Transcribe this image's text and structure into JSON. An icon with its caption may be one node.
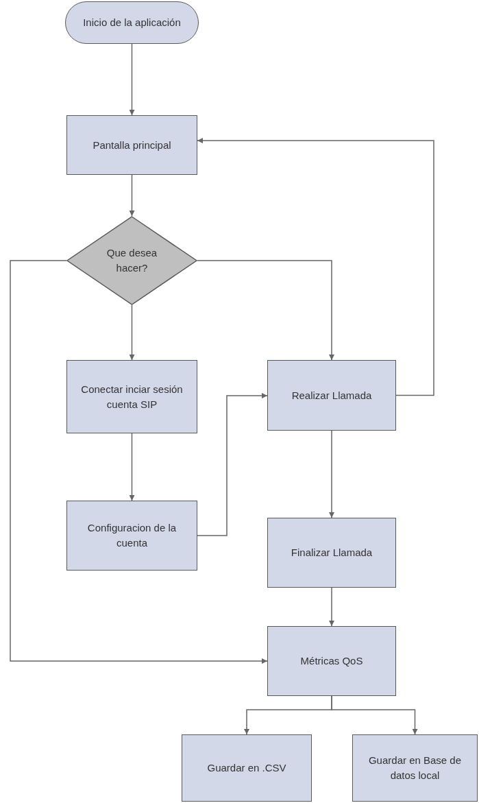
{
  "diagram": {
    "nodes": [
      {
        "text": [
          "Inicio de la aplicación"
        ]
      },
      {
        "text": [
          "Pantalla principal"
        ]
      },
      {
        "text": [
          "Que desea hacer?"
        ]
      },
      {
        "text": [
          "Conectar inciar sesión cuenta SIP"
        ]
      },
      {
        "text": [
          "Configuracion de la cuenta"
        ]
      },
      {
        "text": [
          "Realizar Llamada"
        ]
      },
      {
        "text": [
          "Finalizar Llamada"
        ]
      },
      {
        "text": [
          "Métricas QoS"
        ]
      },
      {
        "text": [
          "Guardar en .CSV"
        ]
      },
      {
        "text": [
          "Guardar en Base de datos local"
        ]
      }
    ],
    "edges": [
      {
        "from": 0,
        "to": 1,
        "arrow": "to"
      },
      {
        "from": 1,
        "to": 2,
        "arrow": "to"
      },
      {
        "from": 2,
        "to": 3,
        "arrow": "to"
      },
      {
        "from": 2,
        "to": 5,
        "arrow": "to"
      },
      {
        "from": 2,
        "to": 7,
        "arrow": "to"
      },
      {
        "from": 3,
        "to": 4,
        "arrow": "to"
      },
      {
        "from": 4,
        "to": 5,
        "arrow": "to"
      },
      {
        "from": 5,
        "to": 1,
        "arrow": "to"
      },
      {
        "from": 5,
        "to": 6,
        "arrow": "to"
      },
      {
        "from": 6,
        "to": 7,
        "arrow": "to"
      },
      {
        "from": 7,
        "to": 8,
        "arrow": "to"
      },
      {
        "from": 7,
        "to": 9,
        "arrow": "to"
      }
    ]
  }
}
